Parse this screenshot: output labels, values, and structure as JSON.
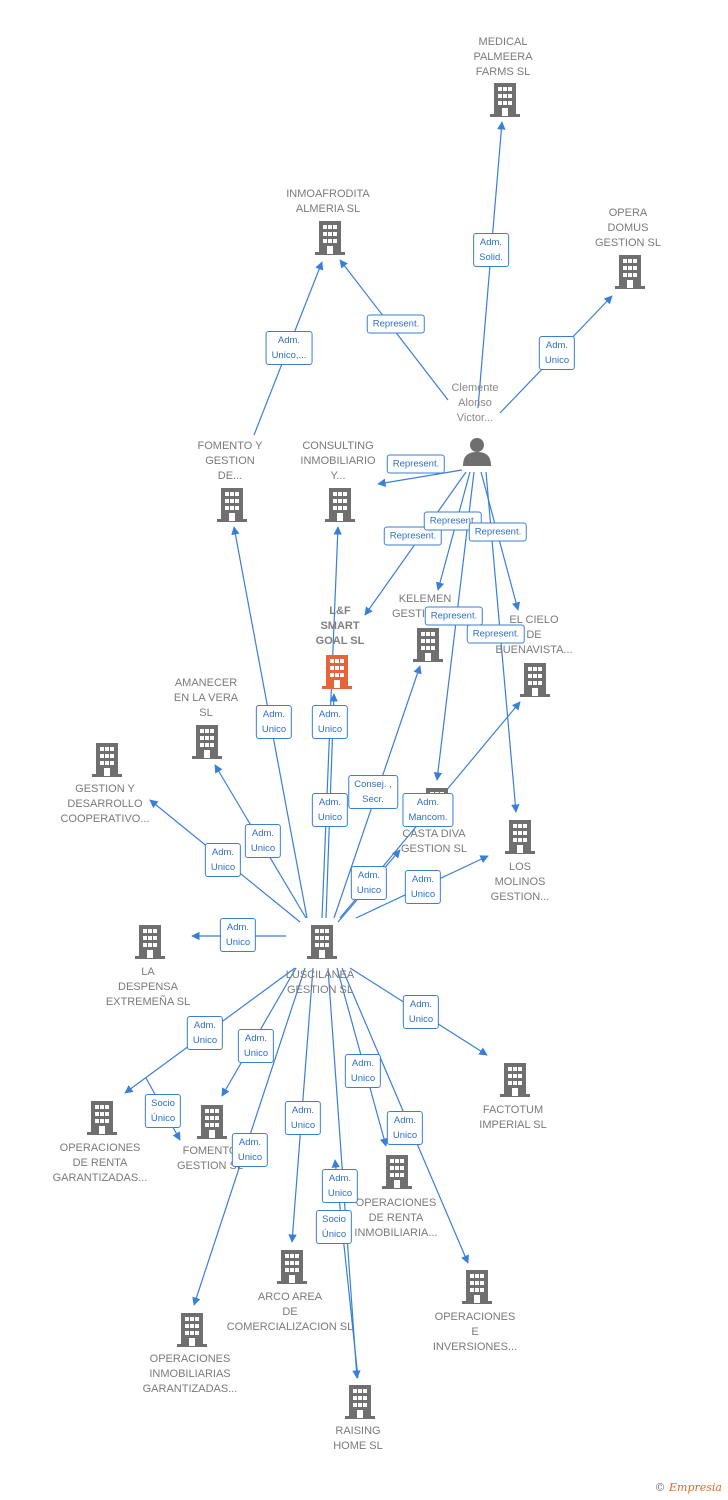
{
  "colors": {
    "edge": "#3a7fd6",
    "building": "#6f6f6f",
    "focus": "#e8623a",
    "person": "#6f6f6f"
  },
  "footer": {
    "copyright": "©",
    "brand": "Empresia"
  },
  "nodes": [
    {
      "id": "medical",
      "label": [
        "MEDICAL",
        "PALMEERA",
        "FARMS SL"
      ]
    },
    {
      "id": "inmoafrodita",
      "label": [
        "INMOAFRODITA",
        "ALMERIA SL"
      ]
    },
    {
      "id": "opera",
      "label": [
        "OPERA",
        "DOMUS",
        "GESTION SL"
      ]
    },
    {
      "id": "clemente",
      "type": "person",
      "label": [
        "Clemente",
        "Alonso",
        "Victor..."
      ]
    },
    {
      "id": "fomento_gd",
      "label": [
        "FOMENTO Y",
        "GESTION",
        "DE..."
      ]
    },
    {
      "id": "consulting",
      "label": [
        "CONSULTING",
        "INMOBILIARIO",
        "Y..."
      ]
    },
    {
      "id": "lf",
      "type": "focus",
      "label": [
        "L&F",
        "SMART",
        "GOAL SL"
      ]
    },
    {
      "id": "kelemen",
      "label": [
        "KELEMEN",
        "GESTION SL"
      ]
    },
    {
      "id": "cielo",
      "label": [
        "EL CIELO",
        "DE",
        "BUENAVISTA..."
      ]
    },
    {
      "id": "amanecer",
      "label": [
        "AMANECER",
        "EN LA VERA",
        "SL"
      ]
    },
    {
      "id": "gestion_des",
      "label": [
        "GESTION Y",
        "DESARROLLO",
        "COOPERATIVO..."
      ]
    },
    {
      "id": "casta",
      "label": [
        "CASTA DIVA",
        "GESTION SL"
      ]
    },
    {
      "id": "molinos",
      "label": [
        "LOS",
        "MOLINOS",
        "GESTION..."
      ]
    },
    {
      "id": "luscilanea",
      "label": [
        "LUSCILANEA",
        "GESTION SL"
      ]
    },
    {
      "id": "despensa",
      "label": [
        "LA",
        "DESPENSA",
        "EXTREMEÑA SL"
      ]
    },
    {
      "id": "factotum",
      "label": [
        "FACTOTUM",
        "IMPERIAL SL"
      ]
    },
    {
      "id": "op_renta_gar",
      "label": [
        "OPERACIONES",
        "DE RENTA",
        "GARANTIZADAS..."
      ]
    },
    {
      "id": "fomento_gest",
      "label": [
        "FOMENTO",
        "GESTION SL"
      ]
    },
    {
      "id": "op_renta_inm",
      "label": [
        "OPERACIONES",
        "DE RENTA",
        "INMOBILIARIA..."
      ]
    },
    {
      "id": "arco",
      "label": [
        "ARCO AREA",
        "DE",
        "COMERCIALIZACION SL"
      ]
    },
    {
      "id": "op_inv",
      "label": [
        "OPERACIONES",
        "E",
        "INVERSIONES..."
      ]
    },
    {
      "id": "op_inm_gar",
      "label": [
        "OPERACIONES",
        "INMOBILIARIAS",
        "GARANTIZADAS..."
      ]
    },
    {
      "id": "raising",
      "label": [
        "RAISING",
        "HOME SL"
      ]
    }
  ],
  "edges": [
    {
      "from": "clemente",
      "to": "medical",
      "label": [
        "Adm.",
        "Solid."
      ]
    },
    {
      "from": "clemente",
      "to": "inmoafrodita",
      "label": [
        "Represent."
      ]
    },
    {
      "from": "clemente",
      "to": "opera",
      "label": [
        "Adm.",
        "Unico"
      ]
    },
    {
      "from": "clemente",
      "to": "consulting",
      "label": [
        "Represent."
      ]
    },
    {
      "from": "clemente",
      "to": "lf",
      "label": [
        "Represent."
      ]
    },
    {
      "from": "clemente",
      "to": "kelemen",
      "label": [
        "Represent."
      ]
    },
    {
      "from": "clemente",
      "to": "cielo",
      "label": [
        "Represent."
      ]
    },
    {
      "from": "clemente",
      "to": "casta",
      "label": [
        "Represent."
      ]
    },
    {
      "from": "clemente",
      "to": "molinos",
      "label": [
        "Represent."
      ]
    },
    {
      "from": "fomento_gd",
      "to": "inmoafrodita",
      "label": [
        "Adm.",
        "Unico,..."
      ]
    },
    {
      "from": "luscilanea",
      "to": "fomento_gd",
      "label": [
        "Adm.",
        "Unico"
      ]
    },
    {
      "from": "luscilanea",
      "to": "consulting",
      "label": [
        "Adm.",
        "Unico"
      ]
    },
    {
      "from": "luscilanea",
      "to": "lf",
      "label": [
        "Adm.",
        "Unico"
      ]
    },
    {
      "from": "luscilanea",
      "to": "kelemen",
      "label": [
        "Consej. ,",
        "Secr."
      ]
    },
    {
      "from": "luscilanea",
      "to": "cielo",
      "label": [
        "Adm.",
        "Mancom."
      ]
    },
    {
      "from": "luscilanea",
      "to": "amanecer",
      "label": [
        "Adm.",
        "Unico"
      ]
    },
    {
      "from": "luscilanea",
      "to": "gestion_des",
      "label": [
        "Adm.",
        "Unico"
      ]
    },
    {
      "from": "luscilanea",
      "to": "casta",
      "label": [
        "Adm.",
        "Unico"
      ]
    },
    {
      "from": "luscilanea",
      "to": "molinos",
      "label": [
        "Adm.",
        "Unico"
      ]
    },
    {
      "from": "luscilanea",
      "to": "despensa",
      "label": [
        "Adm.",
        "Unico"
      ]
    },
    {
      "from": "luscilanea",
      "to": "factotum",
      "label": [
        "Adm.",
        "Unico"
      ]
    },
    {
      "from": "luscilanea",
      "to": "op_renta_gar",
      "label": [
        "Adm.",
        "Unico"
      ]
    },
    {
      "from": "luscilanea",
      "to": "fomento_gest",
      "label": [
        "Adm.",
        "Unico"
      ]
    },
    {
      "from": "luscilanea",
      "to": "op_renta_inm",
      "label": [
        "Adm.",
        "Unico"
      ]
    },
    {
      "from": "luscilanea",
      "to": "arco",
      "label": [
        "Adm.",
        "Unico"
      ]
    },
    {
      "from": "luscilanea",
      "to": "op_inv",
      "label": [
        "Adm.",
        "Unico"
      ]
    },
    {
      "from": "luscilanea",
      "to": "op_inm_gar",
      "label": [
        "Adm.",
        "Unico"
      ]
    },
    {
      "from": "luscilanea",
      "to": "raising",
      "label": [
        "Adm.",
        "Unico"
      ]
    },
    {
      "from": "op_renta_gar",
      "to": "fomento_gest",
      "label": [
        "Socio",
        "Único"
      ]
    },
    {
      "from": "raising",
      "to": "arco",
      "label": [
        "Socio",
        "Único"
      ]
    }
  ]
}
